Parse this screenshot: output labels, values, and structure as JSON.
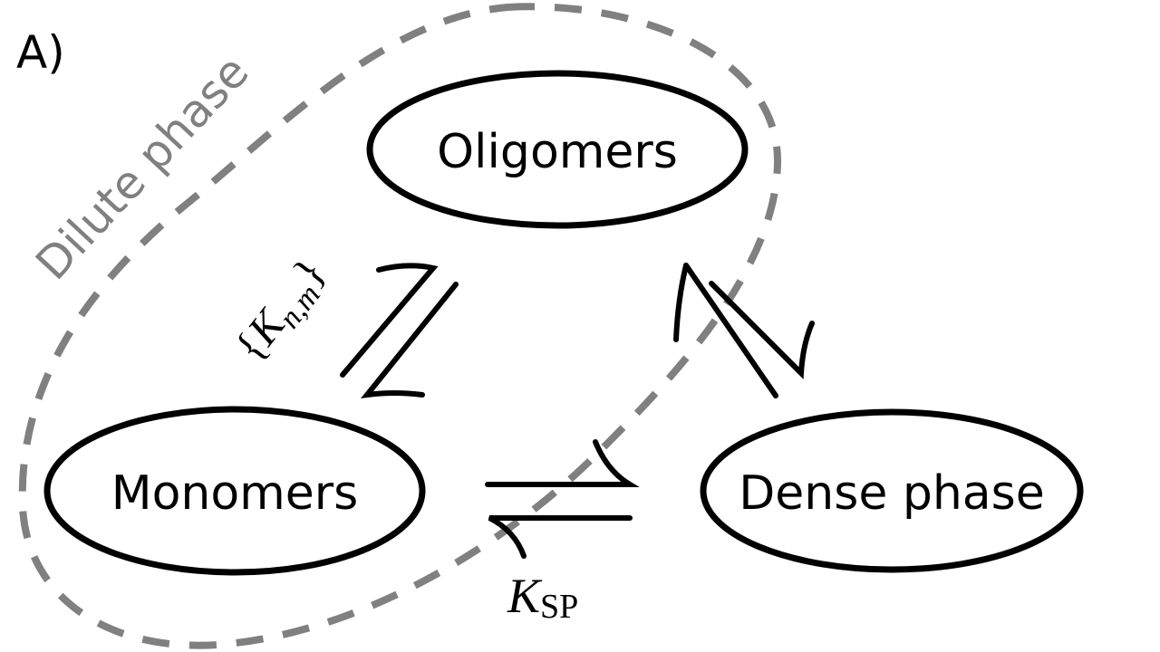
{
  "panel_label": "A)",
  "region_label": "Dilute phase",
  "nodes": {
    "oligomers": "Oligomers",
    "monomers": "Monomers",
    "dense": "Dense phase"
  },
  "constants": {
    "knm_open": "{",
    "knm_K": "K",
    "knm_sub": "n,m",
    "knm_close": "}",
    "ksp_K": "K",
    "ksp_sub": "SP"
  },
  "colors": {
    "stroke": "#000000",
    "dashed": "#808080",
    "background": "#ffffff"
  }
}
